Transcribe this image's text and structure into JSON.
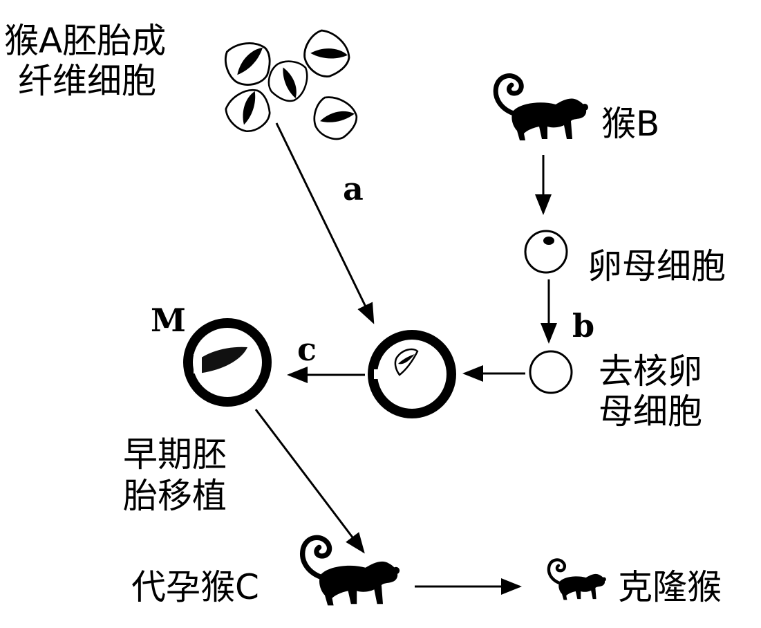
{
  "labels": {
    "monkey_a_cells_line1": "猴A胚胎成",
    "monkey_a_cells_line2": "纤维细胞",
    "monkey_b": "猴B",
    "oocyte": "卵母细胞",
    "enucleated_line1": "去核卵",
    "enucleated_line2": "母细胞",
    "transfer_line1": "早期胚",
    "transfer_line2": "胎移植",
    "surrogate": "代孕猴C",
    "clone": "克隆猴"
  },
  "steps": {
    "a": "a",
    "b": "b",
    "c": "c",
    "m": "M"
  },
  "icons": {
    "fibroblast": "fibroblast-cell-icon",
    "monkey": "monkey-silhouette-icon",
    "cell": "cell-circle-icon",
    "embryo": "embryo-icon"
  },
  "colors": {
    "ink": "#000000",
    "background": "#ffffff"
  }
}
